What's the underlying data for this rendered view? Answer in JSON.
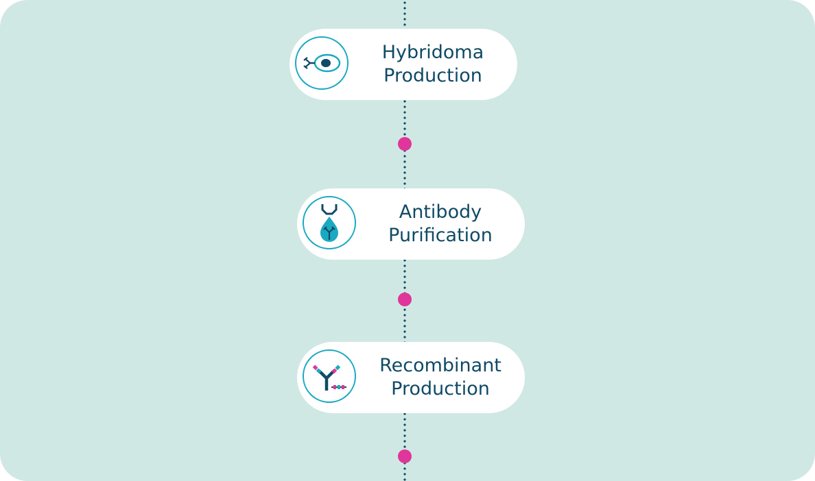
{
  "steps": [
    {
      "line1": "Hybridoma",
      "line2": "Production",
      "icon": "hybridoma-cell-icon"
    },
    {
      "line1": "Antibody",
      "line2": "Purification",
      "icon": "purification-drop-icon"
    },
    {
      "line1": "Recombinant",
      "line2": "Production",
      "icon": "recombinant-antibody-icon"
    }
  ],
  "colors": {
    "background": "#d0e8e3",
    "text": "#104a66",
    "accent": "#1aa9c0",
    "dot": "#e0359a"
  }
}
